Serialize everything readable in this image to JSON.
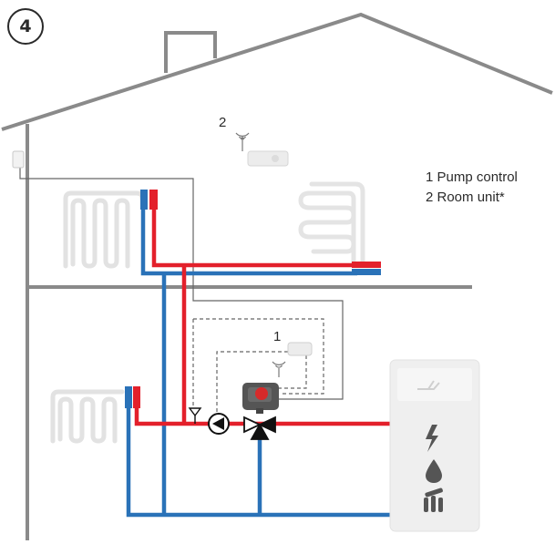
{
  "badge": {
    "number": "4"
  },
  "legend": {
    "items": [
      {
        "label": "1 Pump control"
      },
      {
        "label": "2 Room unit*"
      }
    ]
  },
  "markers": {
    "pump_control": "1",
    "room_unit": "2"
  },
  "colors": {
    "walls": "#8a8a8a",
    "supply_pipe": "#e3202b",
    "return_pipe": "#2a72b8",
    "radiator": "#e4e4e4",
    "heat_source_unit": "#efefef",
    "wiring": "#555555"
  },
  "icons": {
    "heat_sources": [
      "lightning-icon",
      "oil-drop-icon",
      "wood-fuel-icon"
    ]
  }
}
